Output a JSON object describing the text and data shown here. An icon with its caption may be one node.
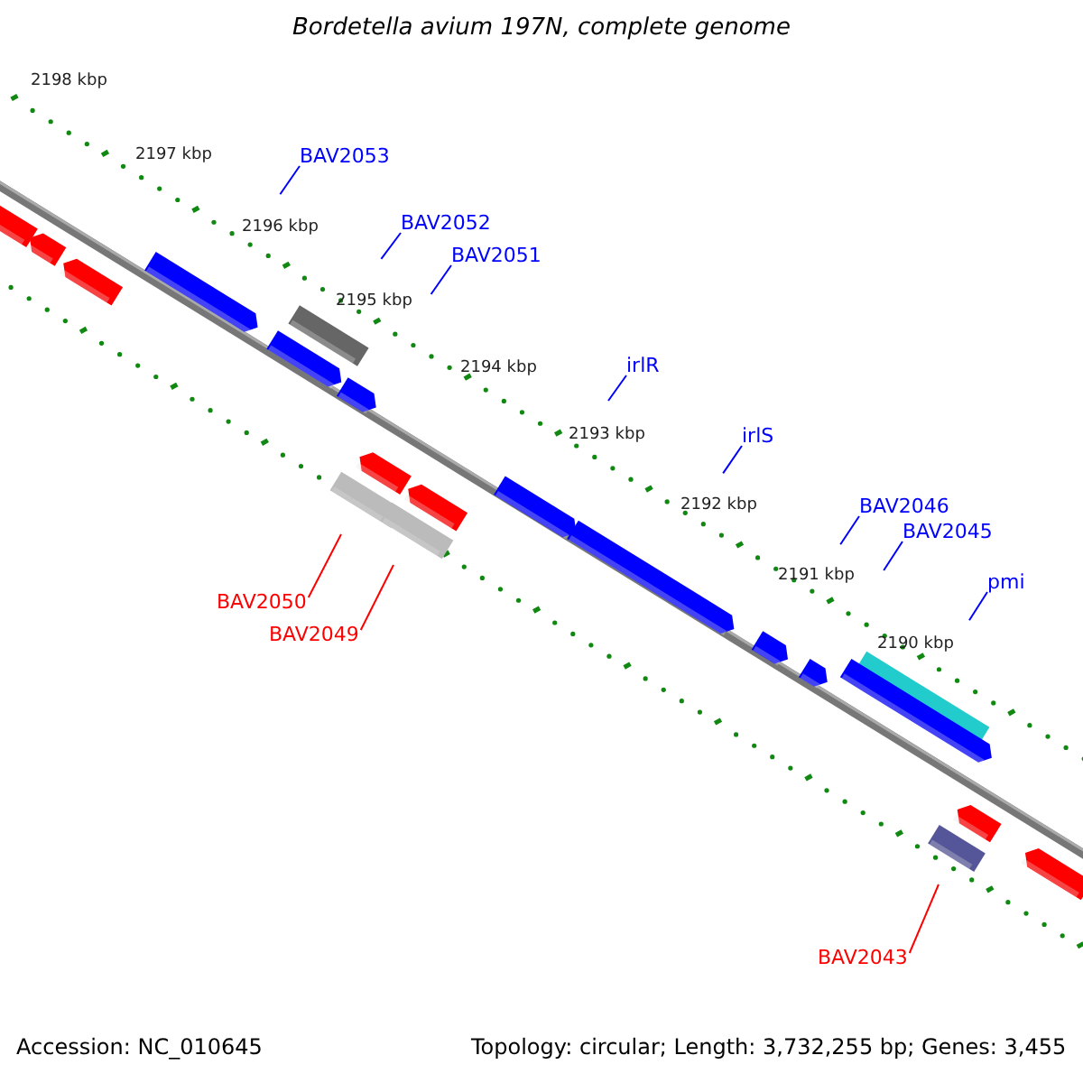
{
  "diagram": {
    "title": "Bordetella avium 197N, complete genome",
    "nodes": [
      {
        "text": [
          "BAV2053"
        ]
      },
      {
        "text": [
          "BAV2052"
        ]
      },
      {
        "text": [
          "BAV2051"
        ]
      },
      {
        "text": [
          "irlR"
        ]
      },
      {
        "text": [
          "irlS"
        ]
      },
      {
        "text": [
          "BAV2046"
        ]
      },
      {
        "text": [
          "BAV2045"
        ]
      },
      {
        "text": [
          "pmi"
        ]
      },
      {
        "text": [
          "BAV2050"
        ]
      },
      {
        "text": [
          "BAV2049"
        ]
      },
      {
        "text": [
          "BAV2043"
        ]
      }
    ],
    "edges": [
      {
        "from": 0,
        "to": null,
        "arrow": "none"
      },
      {
        "from": 1,
        "to": null,
        "arrow": "none"
      },
      {
        "from": 2,
        "to": null,
        "arrow": "none"
      },
      {
        "from": 3,
        "to": null,
        "arrow": "none"
      },
      {
        "from": 4,
        "to": null,
        "arrow": "none"
      },
      {
        "from": 5,
        "to": null,
        "arrow": "none"
      },
      {
        "from": 6,
        "to": null,
        "arrow": "none"
      },
      {
        "from": 7,
        "to": null,
        "arrow": "none"
      },
      {
        "from": 8,
        "to": null,
        "arrow": "none",
        "color": "#ff0000"
      },
      {
        "from": 9,
        "to": null,
        "arrow": "none",
        "color": "#ff0000"
      },
      {
        "from": 10,
        "to": null,
        "arrow": "none",
        "color": "#ff0000"
      }
    ],
    "labels": [
      "2198 kbp",
      "2197 kbp",
      "2196 kbp",
      "2195 kbp",
      "2194 kbp",
      "2193 kbp",
      "2192 kbp",
      "2191 kbp",
      "2190 kbp",
      "Accession: NC_010645",
      "Topology: circular; Length: 3,732,255 bp; Genes: 3,455"
    ]
  }
}
